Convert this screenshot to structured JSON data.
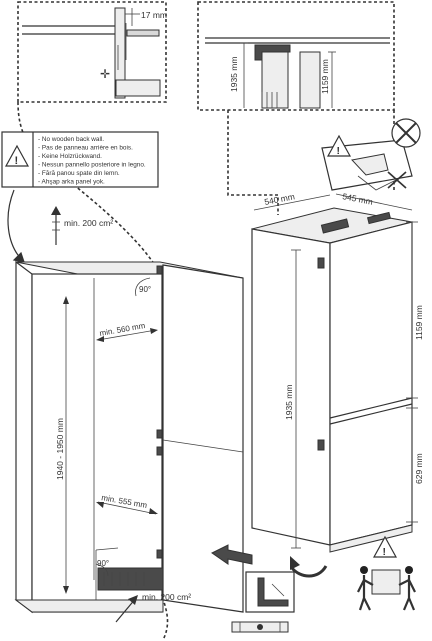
{
  "dimensions": {
    "gap_17": "17 mm",
    "height_1935_top": "1935 mm",
    "height_1159_top": "1159 mm",
    "min_200_top": "min. 200 cm²",
    "min_200_bottom": "min. 200 cm²",
    "angle_90_top": "90°",
    "angle_90_bottom": "90°",
    "min_560": "min. 560 mm",
    "min_555": "min. 555 mm",
    "niche_height": "1940 - 1950 mm",
    "width_540": "540 mm",
    "depth_545": "545 mm",
    "height_1159_right": "1159 mm",
    "height_1935_right": "1935 mm",
    "height_629": "629 mm"
  },
  "warning_box": {
    "lines": [
      "- No wooden back wall.",
      "- Pas de panneau arrière en bois.",
      "- Keine Holzrückwand.",
      "- Nessun pannello posteriore in legno.",
      "- Fără panou spate din lemn.",
      "- Ahşap arka panel yok."
    ]
  },
  "icons": {
    "warning": "warning-triangle-icon",
    "prohibited": "prohibited-icon",
    "two_person_lift": "two-person-lift-icon",
    "square_tool": "square-tool-icon",
    "spirit_level": "spirit-level-icon"
  }
}
